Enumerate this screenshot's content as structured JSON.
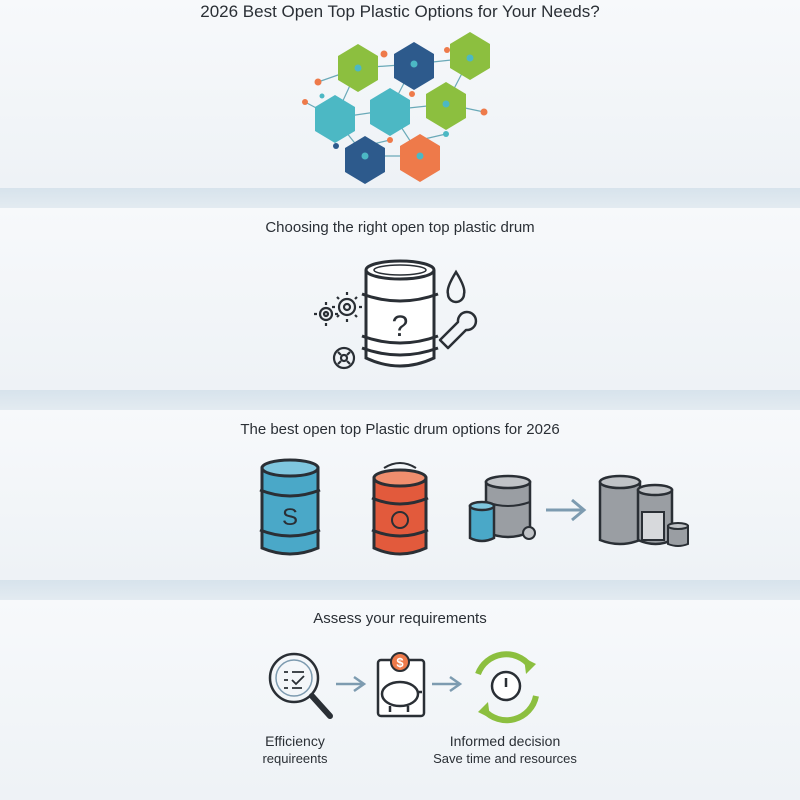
{
  "header": {
    "title": "2026 Best Open Top Plastic Options for Your Needs?"
  },
  "section_choosing": {
    "title": "Choosing the right open top plastic drum",
    "drum_symbol": "?"
  },
  "section_best": {
    "title": "The best open top Plastic drum options for 2026",
    "drum_symbol": "S"
  },
  "section_assess": {
    "title": "Assess your requirements",
    "caption_left_line1": "Efficiency",
    "caption_left_line2": "requireents",
    "caption_right_line1": "Informed decision",
    "caption_right_line2": "Save time and resources",
    "coin_symbol": "$"
  },
  "colors": {
    "green": "#8cbf3f",
    "navy": "#2d5a8c",
    "teal": "#4cb8c4",
    "orange": "#ee7a4a",
    "blue_drum": "#4aa8c8",
    "red_drum": "#e25a3c",
    "grey_drum": "#9a9ea3",
    "arrow": "#7d9bb0"
  }
}
